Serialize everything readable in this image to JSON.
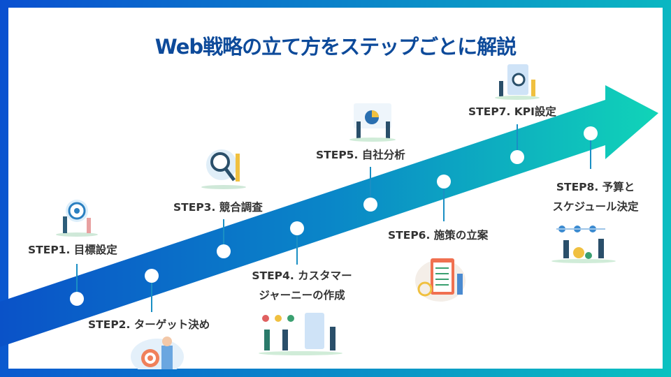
{
  "title": "Web戦略の立て方をステップごとに解説",
  "colors": {
    "title": "#0d4a9a",
    "arrow_start": "#0a52c8",
    "arrow_end": "#10d0b8",
    "connector": "#1a8fc4"
  },
  "steps": [
    {
      "label": "STEP1. 目標設定"
    },
    {
      "label": "STEP2. ターゲット決め"
    },
    {
      "label": "STEP3. 競合調査"
    },
    {
      "label_line1": "STEP4. カスタマー",
      "label_line2": "ジャーニーの作成"
    },
    {
      "label": "STEP5. 自社分析"
    },
    {
      "label": "STEP6. 施策の立案"
    },
    {
      "label": "STEP7. KPI設定"
    },
    {
      "label_line1": "STEP8. 予算と",
      "label_line2": "スケジュール決定"
    }
  ]
}
